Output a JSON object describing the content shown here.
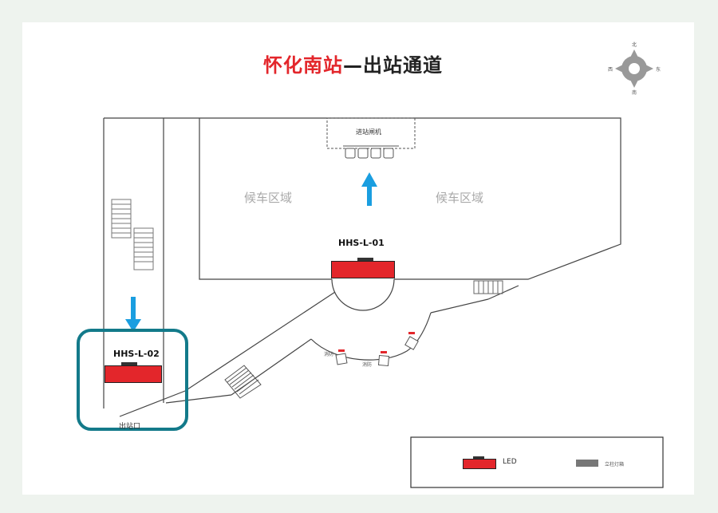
{
  "title": {
    "highlight": "怀化南站",
    "rest": "—出站通道"
  },
  "compass": {
    "north": "北",
    "south": "南",
    "east": "东",
    "west": "西"
  },
  "zones": {
    "left": "候车区域",
    "right": "候车区域"
  },
  "gate": {
    "label": "进站闸机"
  },
  "leds": [
    {
      "code": "HHS-L-01"
    },
    {
      "code": "HHS-L-02"
    }
  ],
  "exit": {
    "label": "出站口"
  },
  "corridor_labels": {
    "fire_left": "消防",
    "fire_right": "消防"
  },
  "legend": {
    "led_label": "LED",
    "other_label": "立柱灯箱"
  },
  "colors": {
    "title_red": "#e3262b",
    "led_red": "#e3262b",
    "arrow_blue": "#1a9ee0",
    "highlight_teal": "#137a8a",
    "zone_gray": "#a9a9a9"
  }
}
